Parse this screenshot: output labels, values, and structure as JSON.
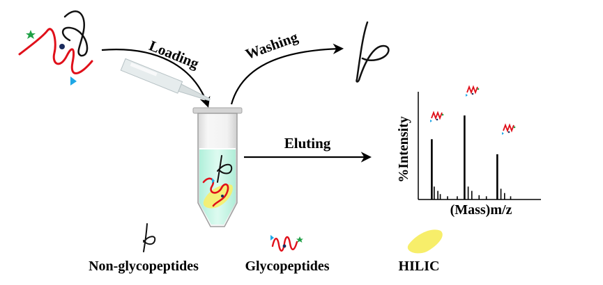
{
  "steps": {
    "loading": "Loading",
    "washing": "Washing",
    "eluting": "Eluting"
  },
  "spectrum": {
    "ylabel": "%Intensity",
    "xlabel": "(Mass)m/z",
    "peaks": [
      {
        "pos": 0.1,
        "height": 0.56
      },
      {
        "pos": 0.12,
        "height": 0.12
      },
      {
        "pos": 0.15,
        "height": 0.08
      },
      {
        "pos": 0.17,
        "height": 0.05
      },
      {
        "pos": 0.23,
        "height": 0.03
      },
      {
        "pos": 0.31,
        "height": 0.03
      },
      {
        "pos": 0.37,
        "height": 0.78
      },
      {
        "pos": 0.4,
        "height": 0.12
      },
      {
        "pos": 0.43,
        "height": 0.08
      },
      {
        "pos": 0.49,
        "height": 0.04
      },
      {
        "pos": 0.55,
        "height": 0.03
      },
      {
        "pos": 0.64,
        "height": 0.42
      },
      {
        "pos": 0.67,
        "height": 0.1
      },
      {
        "pos": 0.7,
        "height": 0.06
      },
      {
        "pos": 0.75,
        "height": 0.03
      }
    ]
  },
  "legend": {
    "non_glyco": "Non-glycopeptides",
    "glyco": "Glycopeptides",
    "hilic": "HILIC"
  },
  "colors": {
    "peptide_red": "#e0101a",
    "non_glyco_black": "#111111",
    "hilic_yellow": "#f7ee6a",
    "glycan_green": "#1fa046",
    "glycan_blue": "#1ea7e6",
    "glycan_navy": "#1a2b5c",
    "solution": "#bff7e6"
  }
}
